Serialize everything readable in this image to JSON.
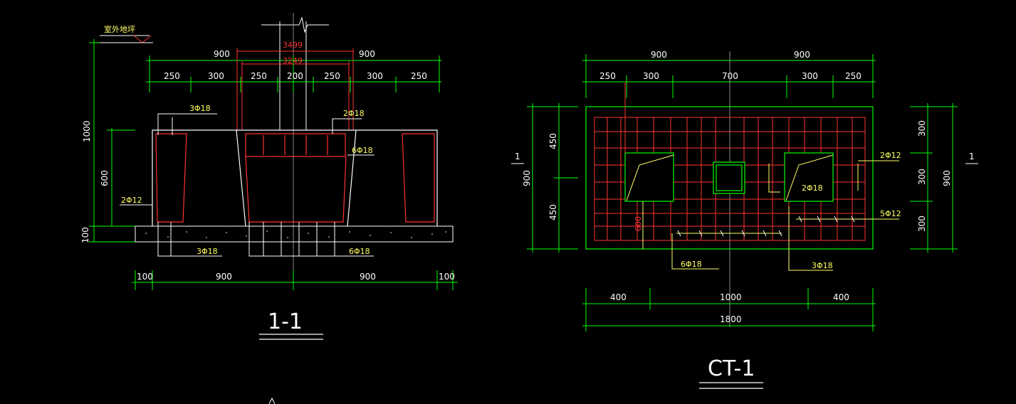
{
  "section_view": {
    "ground_label": "室外地坪",
    "title": "1-1",
    "top_dims_row1": [
      "900",
      "900"
    ],
    "red_dims": [
      "3499",
      "3249"
    ],
    "top_dims_row2": [
      "250",
      "300",
      "250",
      "200",
      "250",
      "300",
      "250"
    ],
    "left_dims": [
      "1000",
      "600",
      "100"
    ],
    "bottom_dims": [
      "100",
      "900",
      "900",
      "100"
    ],
    "rebar_labels": {
      "top_left": "3Φ18",
      "top_right": "2Φ18",
      "mid_right": "6Φ18",
      "left": "2Φ12",
      "bottom_left": "3Φ18",
      "bottom_right": "6Φ18"
    }
  },
  "plan_view": {
    "title": "CT-1",
    "top_dims_row1": [
      "900",
      "900"
    ],
    "top_dims_row2": [
      "250",
      "300",
      "700",
      "300",
      "250"
    ],
    "left_dims": [
      "450",
      "450",
      "900"
    ],
    "right_dims": [
      "300",
      "300",
      "300",
      "900"
    ],
    "section_mark": "1",
    "bottom_dims_row1": [
      "400",
      "1000",
      "400"
    ],
    "bottom_dims_row2": [
      "1800"
    ],
    "small_dim": "600",
    "rebar_labels": {
      "right_top": "2Φ12",
      "center": "2Φ18",
      "right_mid": "5Φ12",
      "bottom_left": "6Φ18",
      "bottom_right": "3Φ18"
    }
  },
  "colors": {
    "background": "#000000",
    "dimension": "#00ff00",
    "concrete": "#ffffff",
    "rebar": "#ff3333",
    "leader": "#ffff66"
  }
}
